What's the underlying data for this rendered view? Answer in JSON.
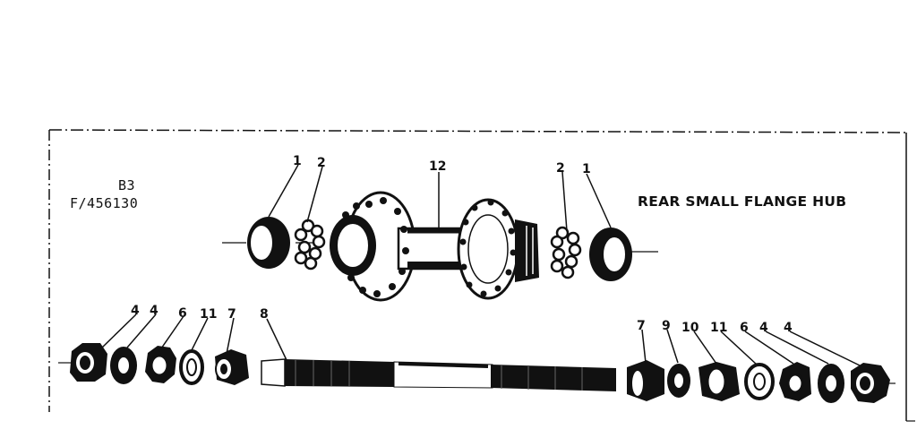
{
  "diagram": {
    "title": "REAR SMALL FLANGE HUB",
    "code_line1": "B3",
    "code_line2": "F/456130",
    "callouts_top": [
      "1",
      "2",
      "12",
      "2",
      "1"
    ],
    "callouts_bottom": [
      "4",
      "4",
      "6",
      "11",
      "7",
      "8",
      "7",
      "9",
      "10",
      "11",
      "6",
      "4",
      "4"
    ]
  },
  "colors": {
    "ink": "#111111",
    "paper": "#ffffff"
  }
}
